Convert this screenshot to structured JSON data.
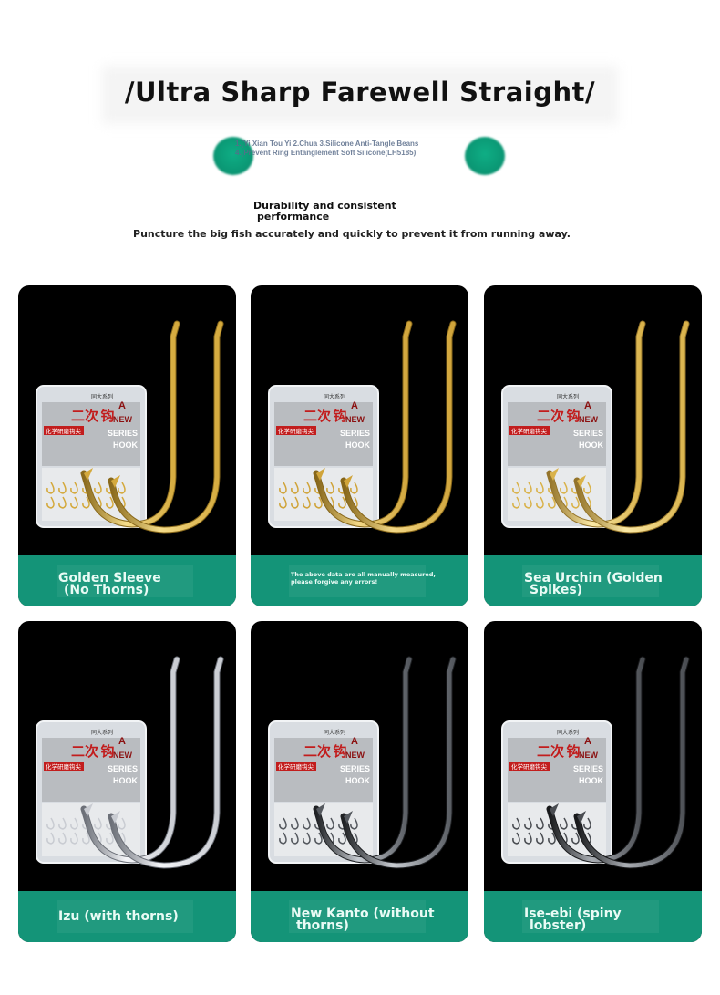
{
  "header": {
    "title": "/Ultra Sharp Farewell Straight/",
    "faint_line_1": "1.[Yi Xian Tou Yi 2.Chua 3.Silicone Anti-Tangle Beans",
    "faint_line_2": "4.[Prevent Ring Entanglement Soft Silicone(LH5185)"
  },
  "subheading": {
    "line_1": "Durability and consistent",
    "line_2": "performance"
  },
  "tagline": "Puncture the big fish accurately and quickly to prevent it from running away.",
  "box_text": {
    "cn_title": "二次 钩",
    "latin_a": "A",
    "latin_new": "NEW",
    "latin_series": "SERIES",
    "latin_hook": "HOOK",
    "cn_label": "化学研磨钩尖",
    "cn_vertical": "同大系列"
  },
  "cards": [
    {
      "label_1": "Golden Sleeve",
      "label_2": "(No Thorns)",
      "finish": "#d4a93c",
      "finish_hi": "#f5dc8a",
      "finish_lo": "#8a6a1c"
    },
    {
      "label_1": "The above data are all manually measured,",
      "label_2": "please forgive any errors!",
      "finish": "#d0a43a",
      "finish_hi": "#f3d887",
      "finish_lo": "#86661a"
    },
    {
      "label_1": "Sea Urchin (Golden",
      "label_2": "Spikes)",
      "finish": "#d9b24a",
      "finish_hi": "#fbe9a6",
      "finish_lo": "#94742a"
    },
    {
      "label_1": "Izu (with thorns)",
      "label_2": "",
      "finish": "#c9ccd2",
      "finish_hi": "#f4f5f8",
      "finish_lo": "#6c7078"
    },
    {
      "label_1": "New Kanto (without",
      "label_2": "thorns)",
      "finish": "#55595f",
      "finish_hi": "#c8ccd2",
      "finish_lo": "#1f2124"
    },
    {
      "label_1": "Ise-ebi (spiny",
      "label_2": "lobster)",
      "finish": "#4a4d52",
      "finish_hi": "#a9adb3",
      "finish_lo": "#18191b"
    }
  ],
  "colors": {
    "band_green": "#149478",
    "dot_green": "#0fae85",
    "card_bg": "#000000"
  }
}
